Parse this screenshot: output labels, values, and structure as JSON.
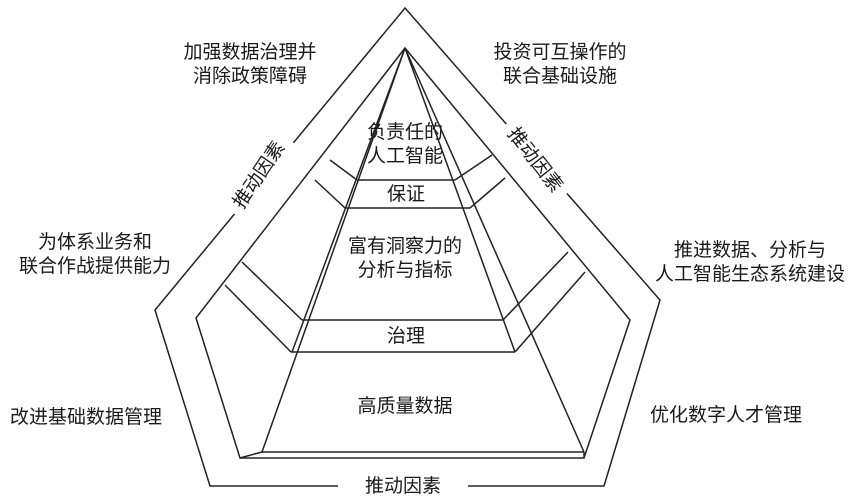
{
  "outer_labels": {
    "top_left": [
      "加强数据治理并",
      "消除政策障碍"
    ],
    "top_right": [
      "投资可互操作的",
      "联合基础设施"
    ],
    "mid_left": [
      "为体系业务和",
      "联合作战提供能力"
    ],
    "mid_right": [
      "推进数据、分析与",
      "人工智能生态系统建设"
    ],
    "bot_left": [
      "改进基础数据管理"
    ],
    "bot_right": [
      "优化数字人才管理"
    ]
  },
  "drivers": {
    "left": "推动因素",
    "right": "推动因素",
    "bottom": "推动因素"
  },
  "pyramid": {
    "responsible_ai": [
      "负责任的",
      "人工智能"
    ],
    "assurance": "保证",
    "analytics": [
      "富有洞察力的",
      "分析与指标"
    ],
    "governance": "治理",
    "quality_data": "高质量数据"
  }
}
